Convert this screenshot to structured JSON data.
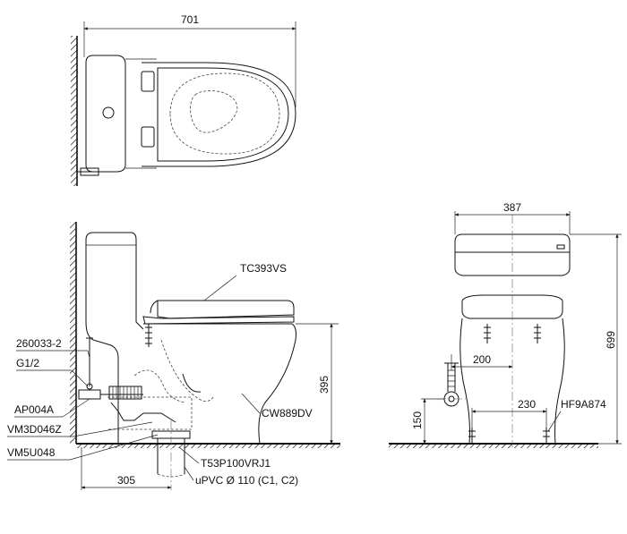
{
  "top_view": {
    "dim_width": "701"
  },
  "side_view": {
    "dims": {
      "seat_height": "395",
      "outlet_offset": "305"
    },
    "callouts": {
      "seat": "TC393VS",
      "part_260033": "260033-2",
      "thread": "G1/2",
      "valve": "AP004A",
      "part_vm3d": "VM3D046Z",
      "part_vm5u": "VM5U048",
      "bowl": "CW889DV",
      "flange": "T53P100VRJ1",
      "pipe": "uPVC Ø 110 (C1, C2)"
    }
  },
  "front_view": {
    "dims": {
      "width": "387",
      "height": "699",
      "hole_offset": "200",
      "fixing_spacing": "230",
      "supply_height": "150"
    },
    "callouts": {
      "fixing_kit": "HF9A874"
    }
  }
}
